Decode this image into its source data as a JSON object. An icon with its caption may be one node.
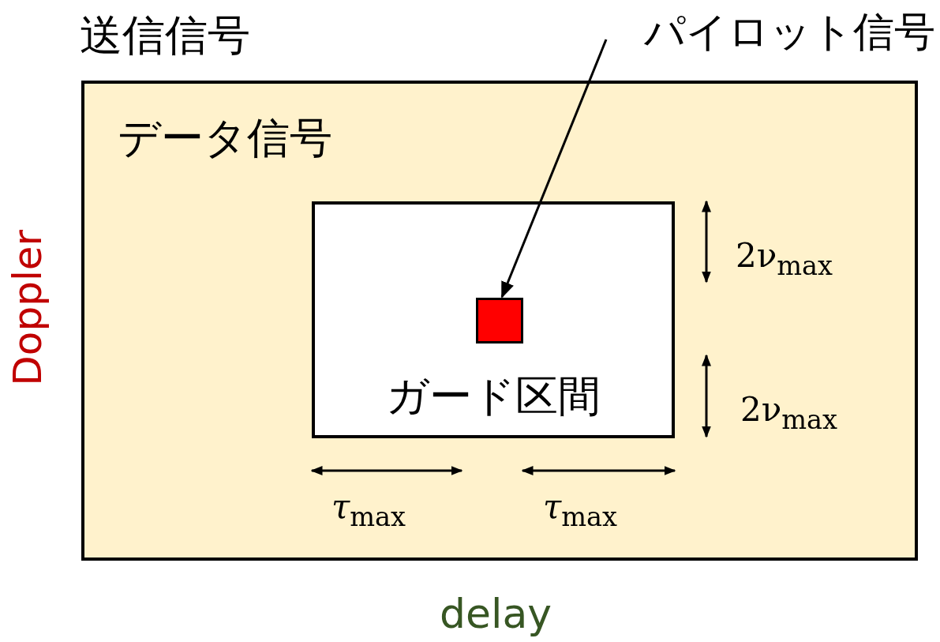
{
  "diagram": {
    "nodes": [
      {
        "text": [
          "送信信号",
          "データ信号"
        ]
      },
      {
        "text": [
          "ガード区間"
        ],
        "in": 0
      },
      {
        "text": [],
        "shape": "box",
        "in": 1
      },
      {
        "text": [
          "パイロット信号"
        ]
      }
    ],
    "edges": [
      {
        "from": 3,
        "to": 2,
        "arrow": "to"
      }
    ],
    "labels": [
      "2ν$_{max}$",
      "2ν$_{max}$",
      "*τ*$_{max}$",
      "*τ*$_{max}$",
      "Doppler",
      "delay"
    ]
  }
}
